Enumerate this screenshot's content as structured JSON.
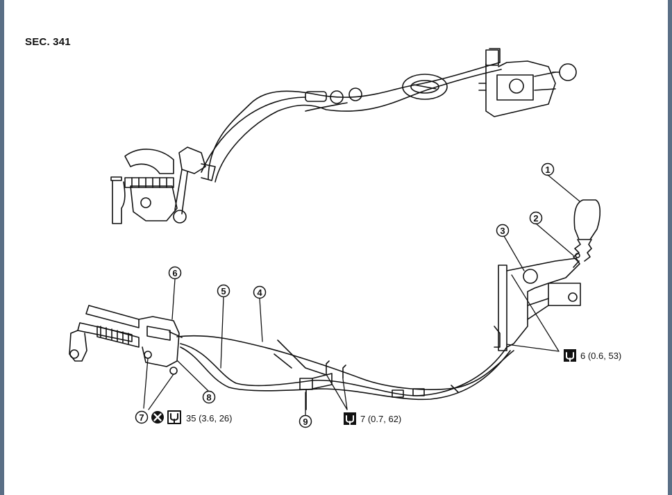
{
  "section": {
    "title": "SEC. 341"
  },
  "callouts": [
    {
      "id": "callout-1",
      "text": "1"
    },
    {
      "id": "callout-2",
      "text": "2"
    },
    {
      "id": "callout-3",
      "text": "3"
    },
    {
      "id": "callout-4",
      "text": "4"
    },
    {
      "id": "callout-5",
      "text": "5"
    },
    {
      "id": "callout-6",
      "text": "6"
    },
    {
      "id": "callout-7",
      "text": "7"
    },
    {
      "id": "callout-8",
      "text": "8"
    },
    {
      "id": "callout-9",
      "text": "9"
    }
  ],
  "torque": {
    "t1": "6 (0.6, 53)",
    "t2": "7 (0.7, 62)",
    "t3": "35 (3.6, 26)"
  },
  "colors": {
    "frame": "#5a6f86",
    "ink": "#111111"
  }
}
